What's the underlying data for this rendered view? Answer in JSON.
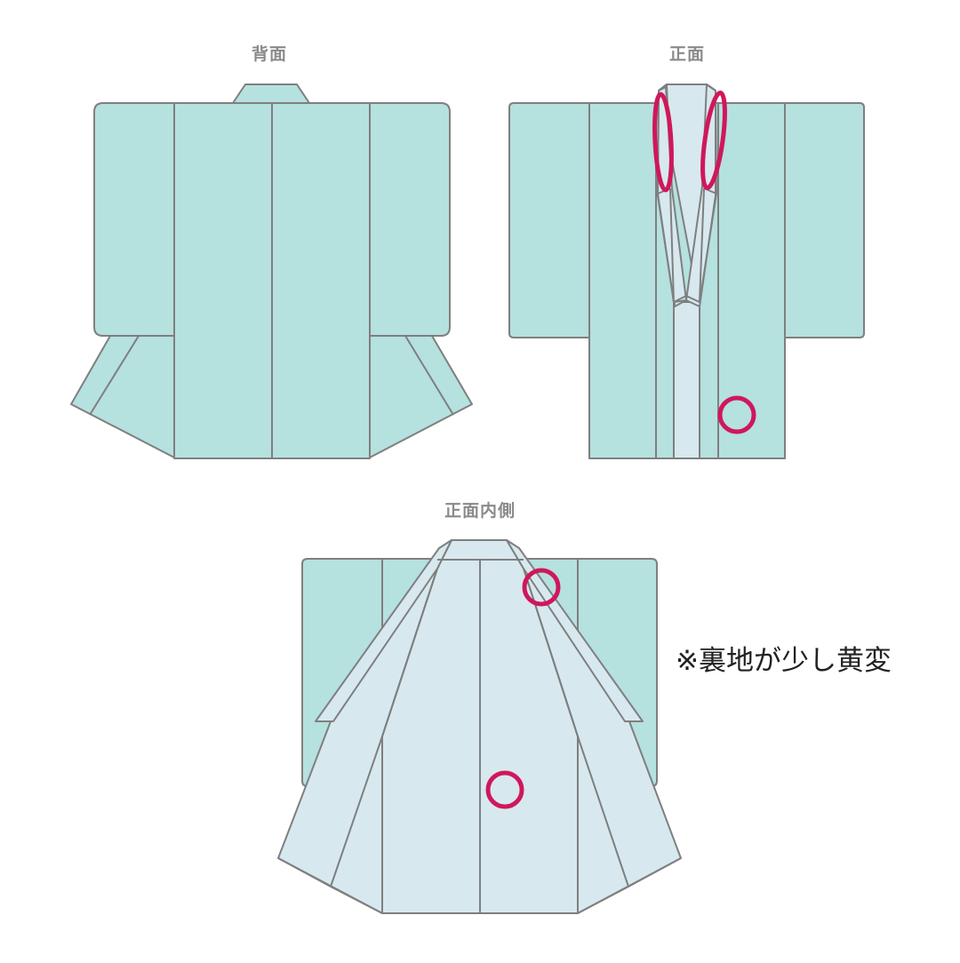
{
  "views": {
    "back": {
      "label": "背面"
    },
    "front": {
      "label": "正面"
    },
    "inner": {
      "label": "正面内側"
    }
  },
  "note": "※裏地が少し黄変",
  "colors": {
    "outer_fabric": "#b5e1df",
    "lining": "#d7e9ee",
    "outline": "#7f7f7f",
    "marker": "#d0175b",
    "label_gray": "#8a8a8a"
  },
  "markers": [
    {
      "view": "front",
      "shape": "ellipse",
      "location": "left collar"
    },
    {
      "view": "front",
      "shape": "ellipse",
      "location": "right collar"
    },
    {
      "view": "front",
      "shape": "circle",
      "location": "lower right front panel"
    },
    {
      "view": "inner",
      "shape": "circle",
      "location": "upper right lining near collar"
    },
    {
      "view": "inner",
      "shape": "circle",
      "location": "center lining"
    }
  ]
}
